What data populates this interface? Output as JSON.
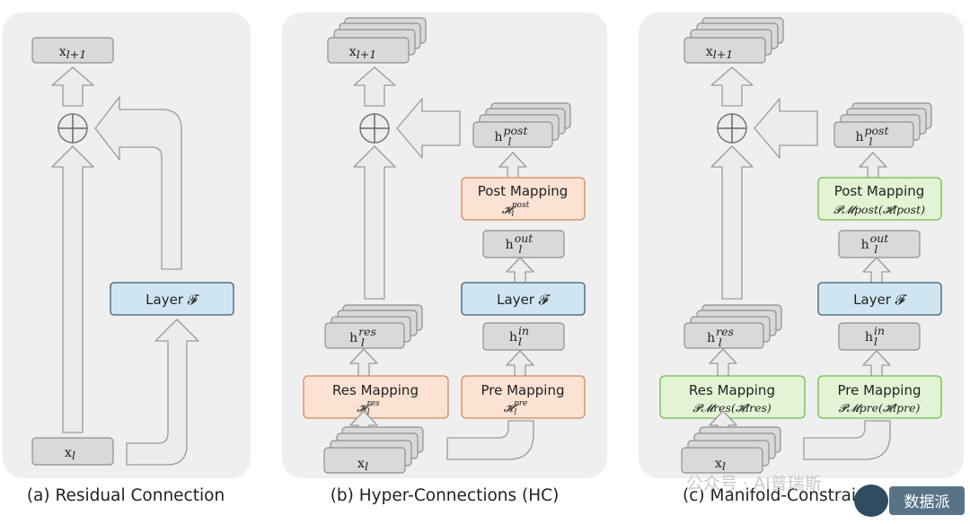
{
  "panels": {
    "a": {
      "caption": "(a) Residual Connection",
      "x_top": "x",
      "x_top_sub": "l+1",
      "x_bottom": "x",
      "x_bottom_sub": "l",
      "layer": "Layer 𝓕"
    },
    "b": {
      "caption": "(b) Hyper-Connections (HC)",
      "x_top": "x",
      "x_top_sub": "l+1",
      "x_bottom": "x",
      "x_bottom_sub": "l",
      "h_post": "h",
      "h_post_sup": "post",
      "h_post_sub": "l",
      "post_mapping": "Post Mapping",
      "post_mapping_math": "𝓗",
      "post_mapping_sup": "post",
      "post_mapping_sub": "l",
      "h_out": "h",
      "h_out_sup": "out",
      "h_out_sub": "l",
      "layer": "Layer 𝓕",
      "h_in": "h",
      "h_in_sup": "in",
      "h_in_sub": "l",
      "pre_mapping": "Pre Mapping",
      "pre_mapping_math": "𝓗",
      "pre_mapping_sup": "pre",
      "pre_mapping_sub": "l",
      "h_res": "h",
      "h_res_sup": "res",
      "h_res_sub": "l",
      "res_mapping": "Res Mapping",
      "res_mapping_math": "𝓗",
      "res_mapping_sup": "res",
      "res_mapping_sub": "l"
    },
    "c": {
      "caption": "(c) Manifold-Constraine",
      "x_top": "x",
      "x_top_sub": "l+1",
      "x_bottom": "x",
      "x_bottom_sub": "l",
      "h_post": "h",
      "h_post_sup": "post",
      "h_post_sub": "l",
      "post_mapping": "Post Mapping",
      "post_mapping_math": "𝓟𝓜post(𝓗lpost)",
      "h_out": "h",
      "h_out_sup": "out",
      "h_out_sub": "l",
      "layer": "Layer 𝓕",
      "h_in": "h",
      "h_in_sup": "in",
      "h_in_sub": "l",
      "pre_mapping": "Pre Mapping",
      "pre_mapping_math": "𝓟𝓜pre(𝓗lpre)",
      "h_res": "h",
      "h_res_sup": "res",
      "h_res_sub": "l",
      "res_mapping": "Res Mapping",
      "res_mapping_math": "𝓟𝓜res(𝓗lres)"
    }
  },
  "watermark": {
    "text": "公众号 · AI普瑞斯",
    "badge_text": "数据派"
  },
  "icons": {
    "add": "circled-plus-icon",
    "arrow": "block-arrow-icon"
  },
  "colors": {
    "panel_bg": "#efefef",
    "gray_box": "#d9d9d9",
    "layer_box": "#cfe5f2",
    "hc_mapping": "#fbe2d3",
    "mhc_mapping": "#e3f4d4"
  }
}
